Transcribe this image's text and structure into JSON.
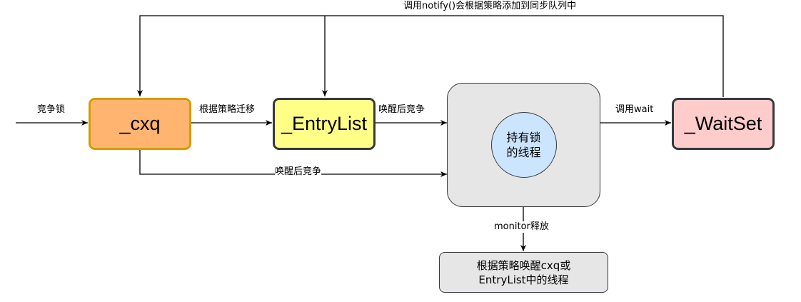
{
  "colors": {
    "cxq_fill": "#FFB570",
    "cxq_border": "#D79B00",
    "entrylist_fill": "#FFFF88",
    "entrylist_border": "#36393D",
    "waitset_fill": "#FFCCCC",
    "waitset_border": "#36393D",
    "monitor_fill": "#E6E6E6",
    "monitor_border": "#36393D",
    "owner_fill": "#CCE5FF",
    "owner_border": "#36393D",
    "result_fill": "#E6E6E6",
    "result_border": "#36393D",
    "line": "#000000"
  },
  "nodes": {
    "cxq": "_cxq",
    "entrylist": "_EntryList",
    "waitset": "_WaitSet",
    "owner_line1": "持有锁",
    "owner_line2": "的线程",
    "result_line1": "根据策略唤醒cxq或",
    "result_line2": "EntryList中的线程"
  },
  "edges": {
    "compete_lock": "竞争锁",
    "migrate": "根据策略迁移",
    "wake_compete_top": "唤醒后竞争",
    "wake_compete_bottom": "唤醒后竞争",
    "call_wait": "调用wait",
    "notify": "调用notify()会根据策略添加到同步队列中",
    "monitor_release": "monitor释放"
  }
}
